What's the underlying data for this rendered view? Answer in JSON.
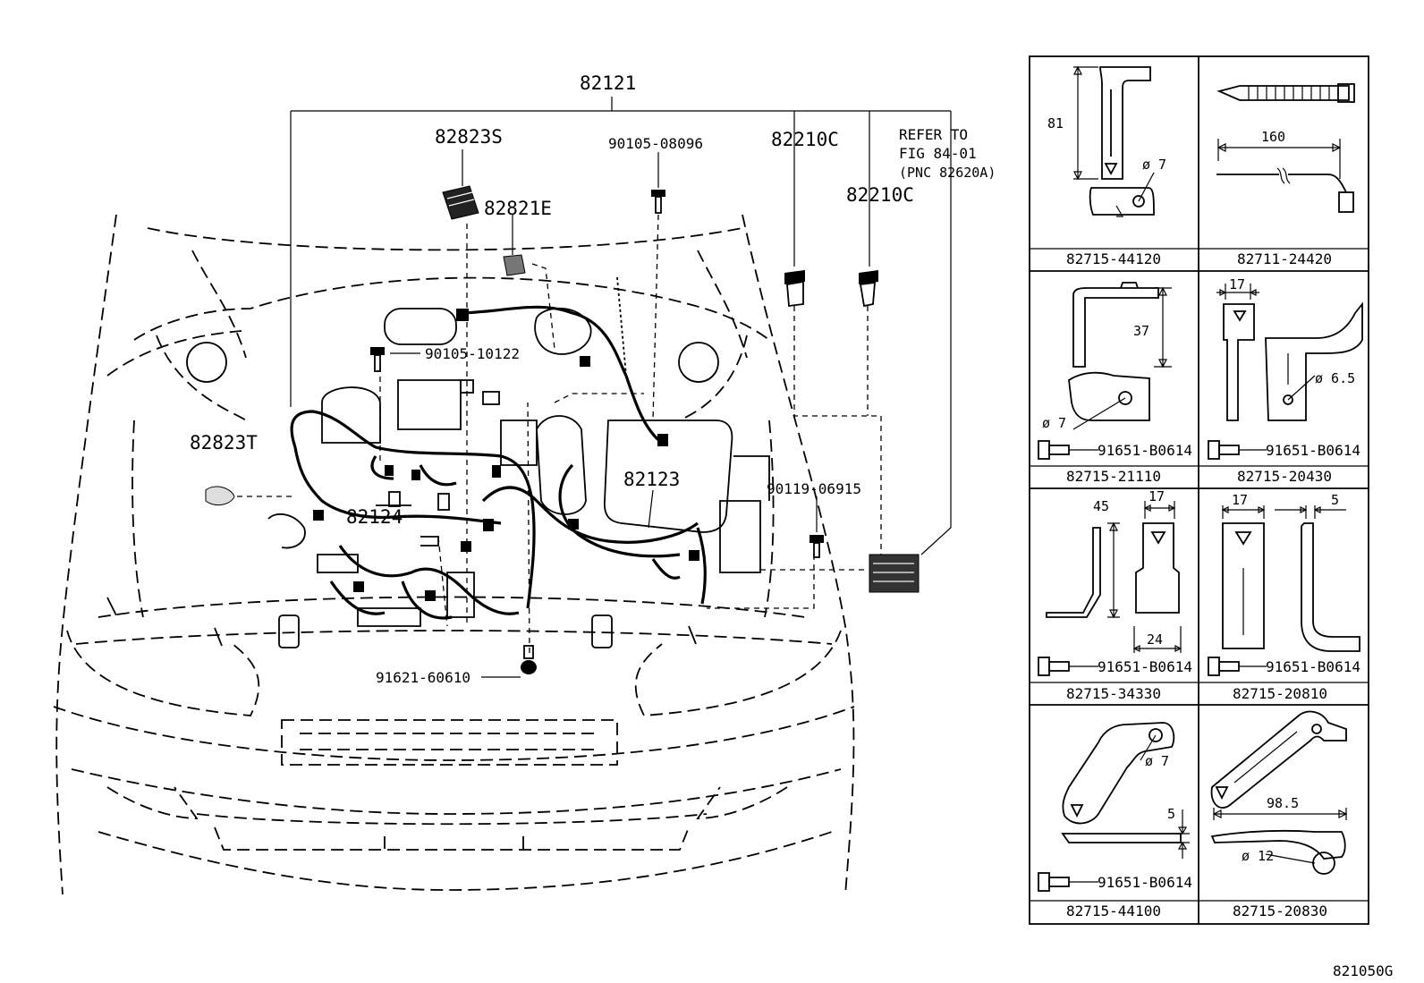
{
  "diagram": {
    "labels": {
      "harness_main": "82121",
      "connector_s": "82823S",
      "bolt_top": "90105-08096",
      "clamp_c1": "82210C",
      "refer_line1": "REFER TO",
      "refer_line2": "FIG 84-01",
      "refer_line3": "(PNC 82620A)",
      "clamp_c2": "82210C",
      "connector_e": "82821E",
      "bolt_mid": "90105-10122",
      "connector_t": "82823T",
      "harness_82123": "82123",
      "harness_82124": "82124",
      "bolt_right": "90119-06915",
      "bolt_bottom": "91621-60610",
      "figure_code": "821050G"
    },
    "panels": [
      {
        "part": "82715-44120",
        "dims": [
          "81",
          "ø 7"
        ],
        "bolt": ""
      },
      {
        "part": "82711-24420",
        "dims": [
          "160"
        ],
        "bolt": ""
      },
      {
        "part": "82715-21110",
        "dims": [
          "37",
          "ø 7"
        ],
        "bolt": "91651-B0614"
      },
      {
        "part": "82715-20430",
        "dims": [
          "17",
          "ø 6.5"
        ],
        "bolt": "91651-B0614"
      },
      {
        "part": "82715-34330",
        "dims": [
          "45",
          "17",
          "24"
        ],
        "bolt": "91651-B0614"
      },
      {
        "part": "82715-20810",
        "dims": [
          "17",
          "5"
        ],
        "bolt": "91651-B0614"
      },
      {
        "part": "82715-44100",
        "dims": [
          "ø 7",
          "5"
        ],
        "bolt": "91651-B0614"
      },
      {
        "part": "82715-20830",
        "dims": [
          "98.5",
          "ø 12"
        ],
        "bolt": ""
      }
    ]
  }
}
